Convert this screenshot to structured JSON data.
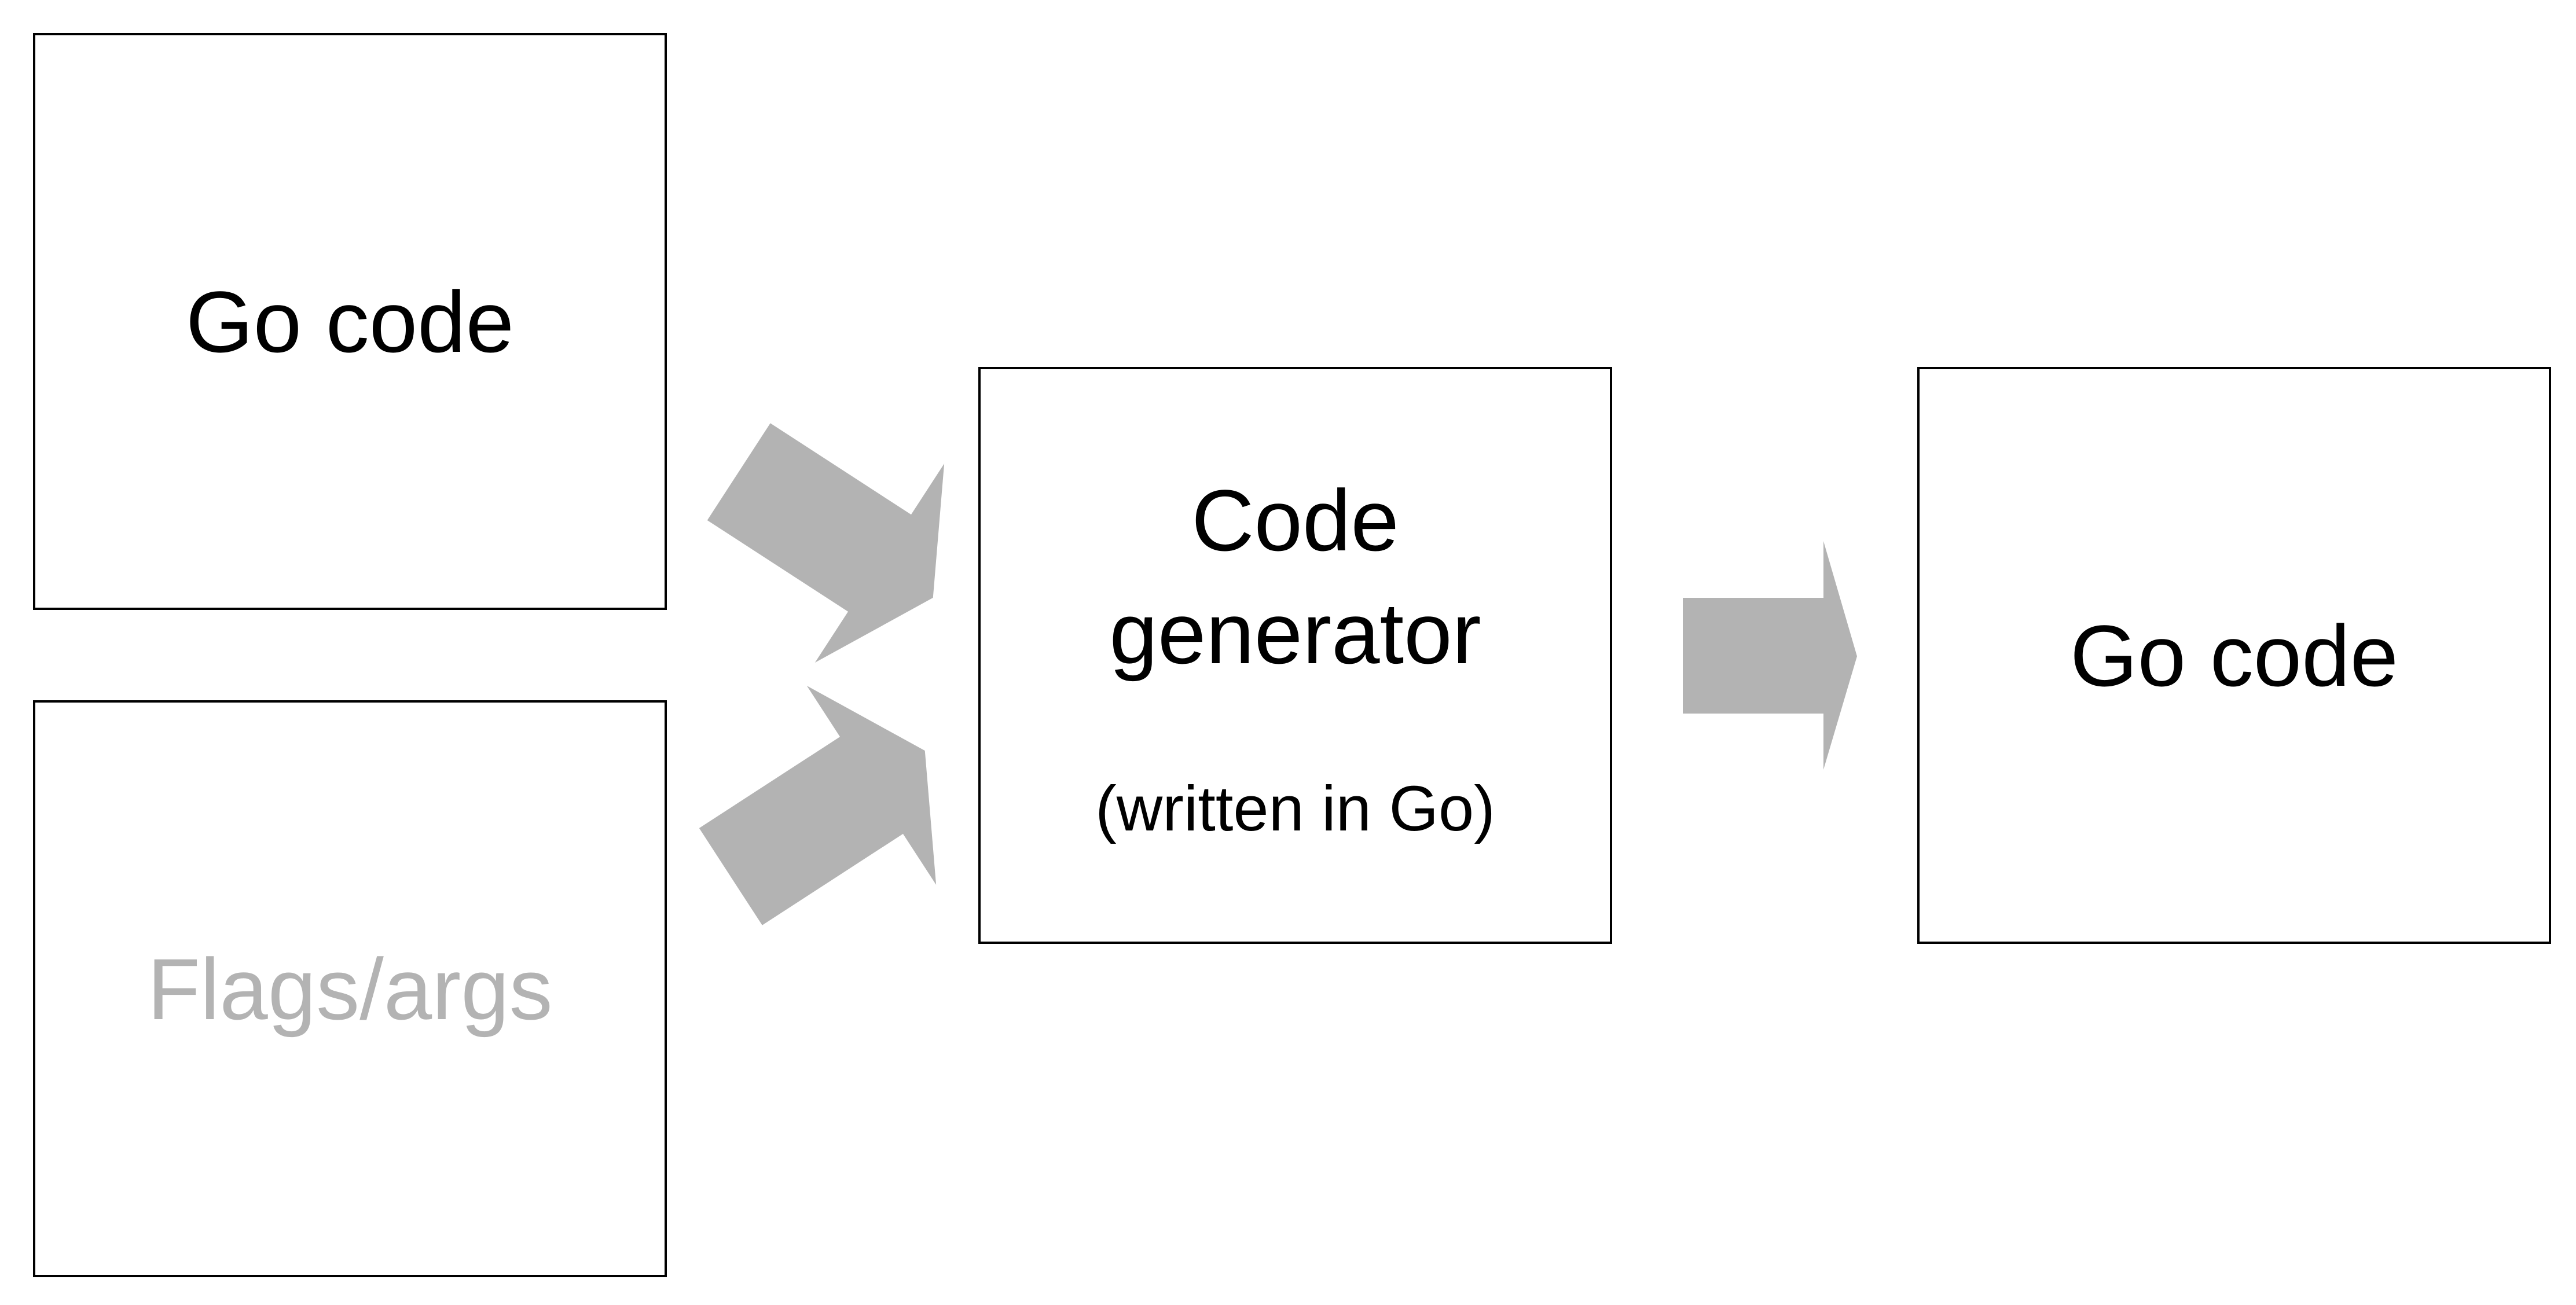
{
  "colors": {
    "border": "#000000",
    "text_primary": "#000000",
    "text_muted": "#b3b3b3",
    "arrow_fill": "#b3b3b3",
    "background": "#ffffff"
  },
  "nodes": {
    "input_code": {
      "label": "Go code"
    },
    "input_flags": {
      "label": "Flags/args"
    },
    "generator": {
      "title_line1": "Code",
      "title_line2": "generator",
      "note": "(written in Go)"
    },
    "output_code": {
      "label": "Go code"
    }
  },
  "edges": [
    {
      "from": "input_code",
      "to": "generator",
      "icon": "block-arrow"
    },
    {
      "from": "input_flags",
      "to": "generator",
      "icon": "block-arrow"
    },
    {
      "from": "generator",
      "to": "output_code",
      "icon": "block-arrow"
    }
  ]
}
